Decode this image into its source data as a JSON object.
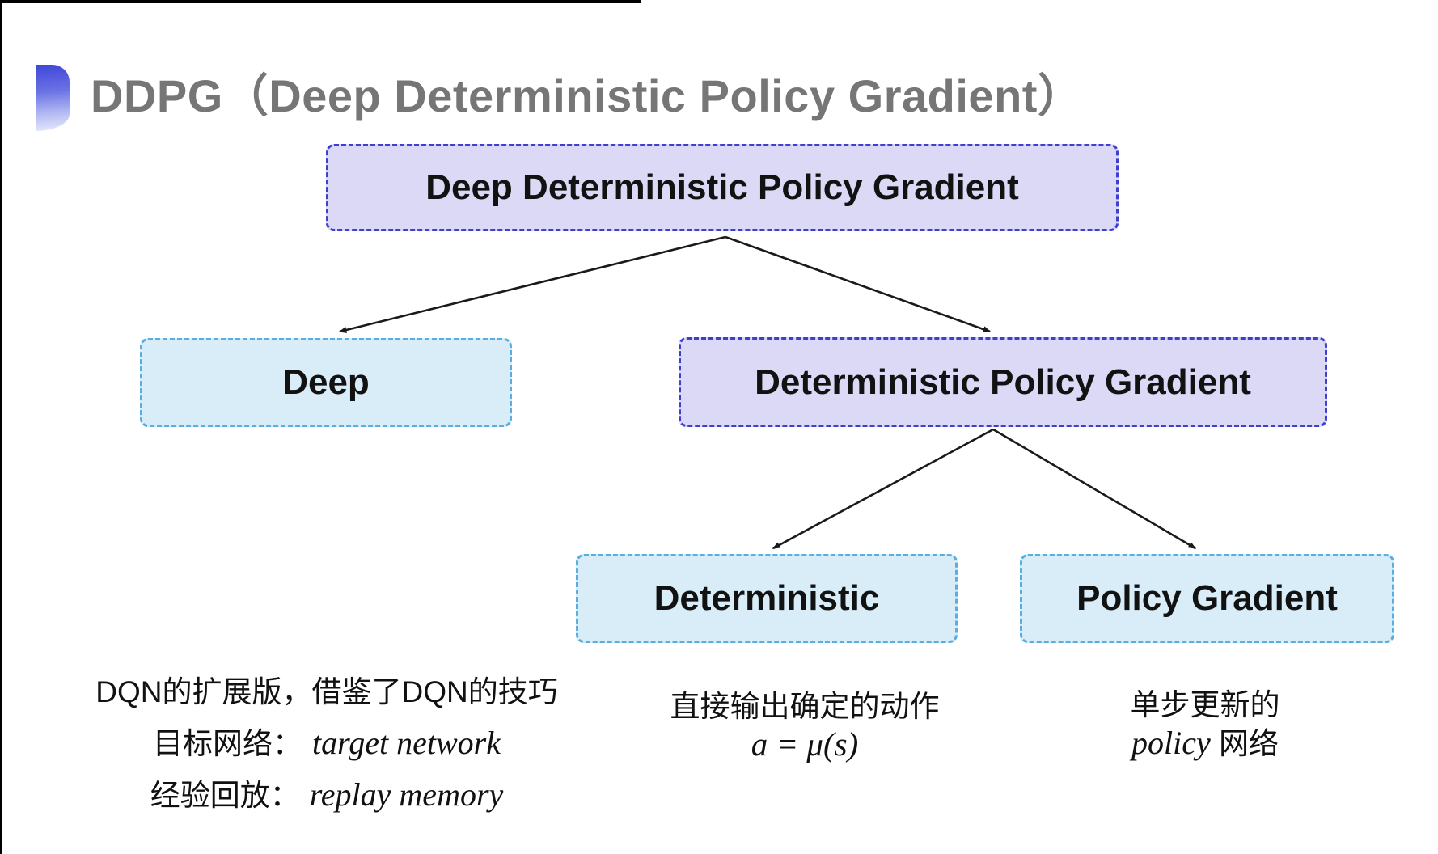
{
  "slide": {
    "title": "DDPG（Deep Deterministic Policy Gradient）"
  },
  "tree": {
    "root": {
      "label": "Deep Deterministic Policy Gradient",
      "variant": "purple"
    },
    "level2": [
      {
        "label": "Deep",
        "variant": "cyan"
      },
      {
        "label": "Deterministic Policy Gradient",
        "variant": "purple"
      }
    ],
    "level3": [
      {
        "label": "Deterministic",
        "variant": "cyan"
      },
      {
        "label": "Policy Gradient",
        "variant": "cyan"
      }
    ]
  },
  "notes": {
    "deep": {
      "line1": "DQN的扩展版，借鉴了DQN的技巧",
      "line2_zh": "目标网络：",
      "line2_en": "target network",
      "line3_zh": "经验回放：",
      "line3_en": "replay memory"
    },
    "deterministic": {
      "line1": "直接输出确定的动作",
      "formula": "a = μ(s)"
    },
    "policy_gradient": {
      "line1": "单步更新的",
      "line2_en": "policy",
      "line2_zh": " 网络"
    }
  },
  "colors": {
    "purple_fill": "#DCD9F7",
    "purple_border": "#3E3FCF",
    "cyan_fill": "#D9EDF9",
    "cyan_border": "#58AEE0",
    "title_gray": "#767676",
    "arrow_black": "#1A1A1A",
    "bullet_gradient_top": "#3F46D8",
    "bullet_gradient_bottom": "#E9ECFB"
  }
}
